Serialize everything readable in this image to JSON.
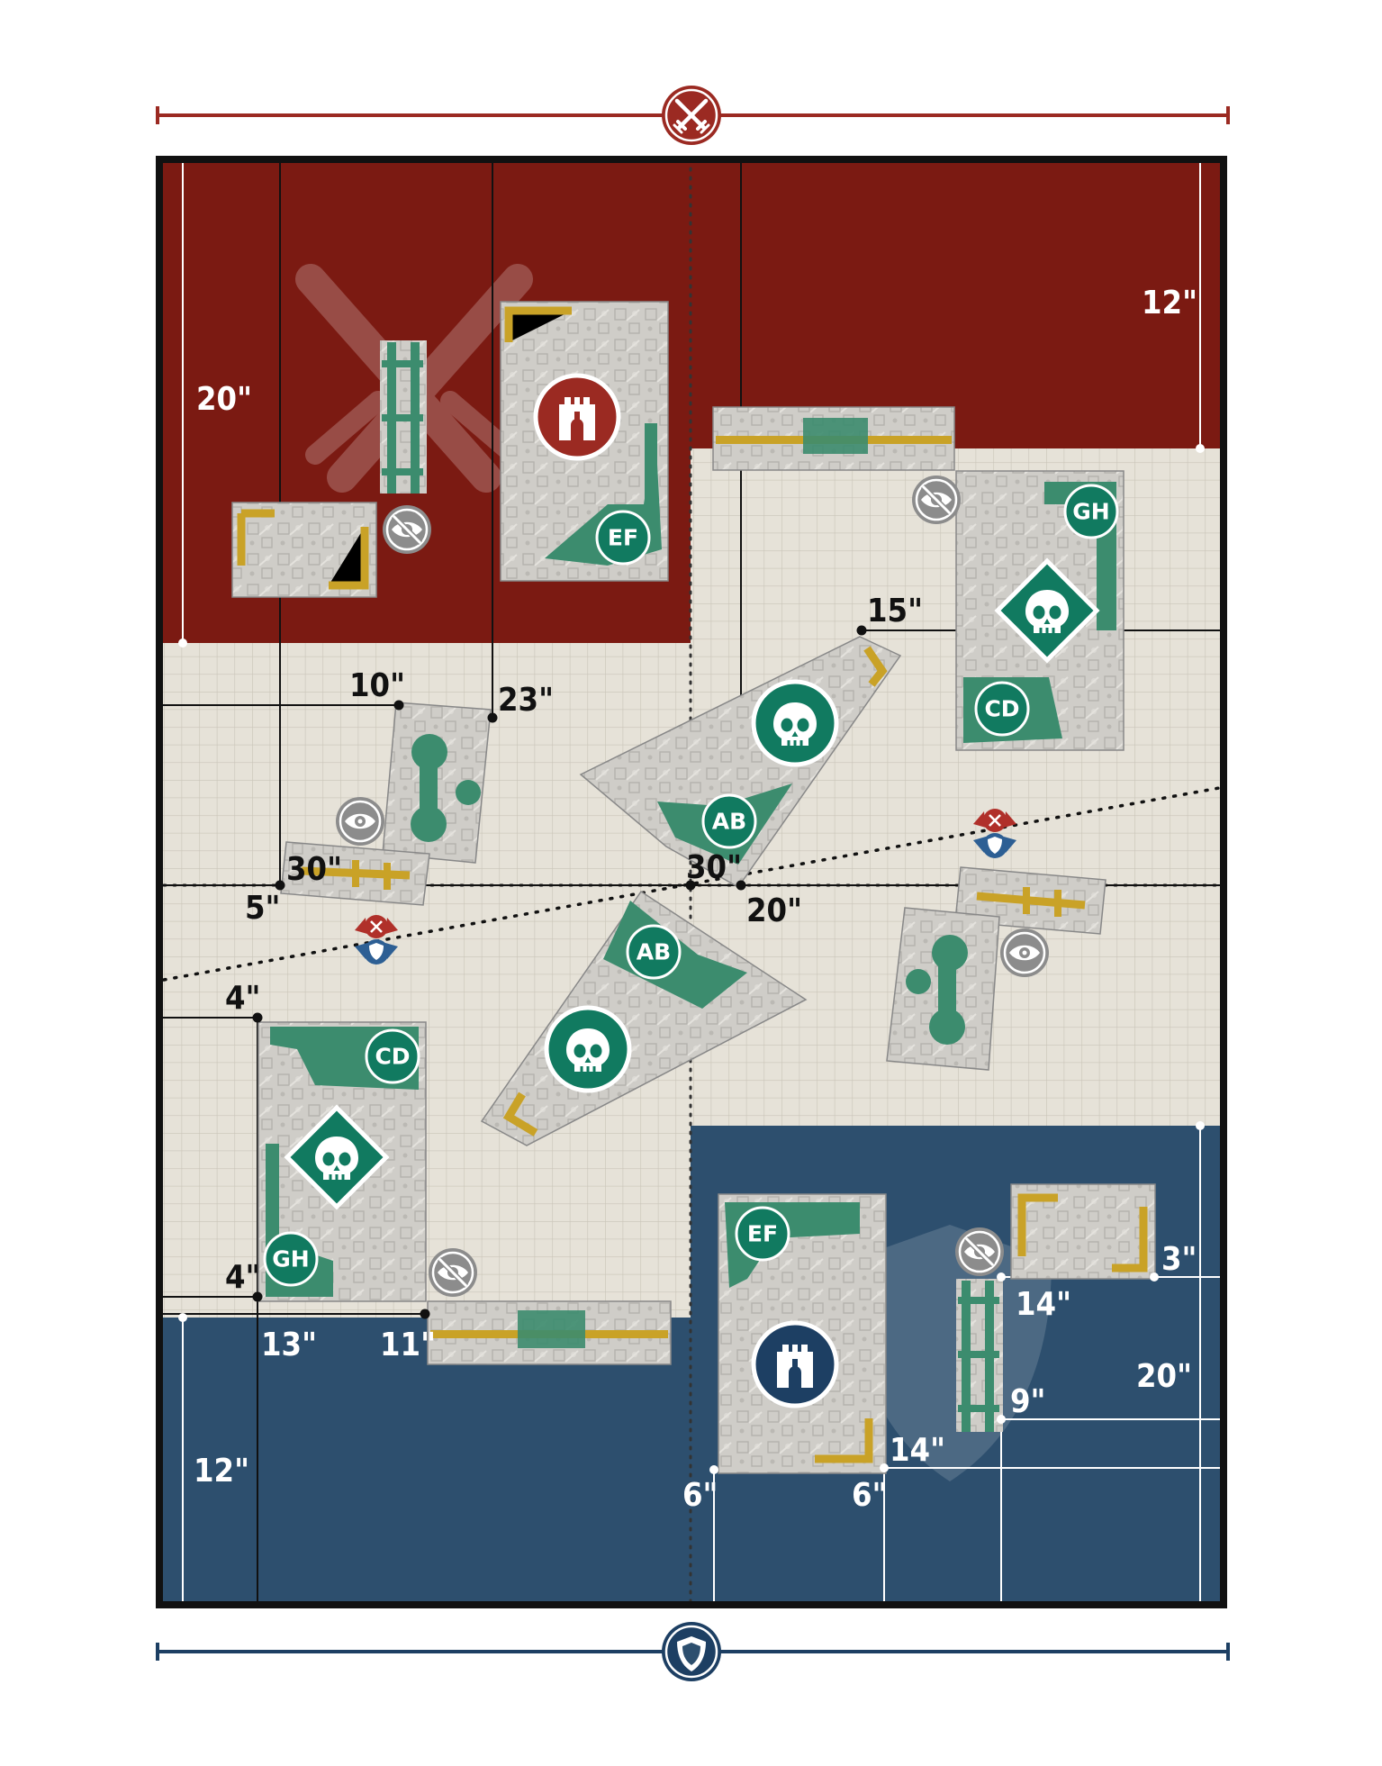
{
  "colors": {
    "attacker": "#7b1a12",
    "defender": "#2d4f6e",
    "board": "#e6e2d8",
    "grid": "#c9c4b8",
    "ruin": "#c9c7c2",
    "wall_green": "#3c8c6e",
    "wall_gold": "#c9a227",
    "badge": "#117a60",
    "marker_grey": "#8a8a8a"
  },
  "icons": {
    "attacker_icon": "crossed-swords-icon",
    "defender_icon": "shield-icon",
    "objective_icon": "skull-icon",
    "home_icon": "castle-icon",
    "los_icon": "eye-icon",
    "blocked_los_icon": "eye-slash-icon"
  },
  "measurements": {
    "attacker_depth_left": "20\"",
    "attacker_depth_right": "12\"",
    "defender_depth_left": "12\"",
    "defender_depth_right": "20\"",
    "a_15": "15\"",
    "a_10": "10\"",
    "a_23": "23\"",
    "a_30_left": "30\"",
    "a_5": "5\"",
    "a_30_center": "30\"",
    "a_20": "20\"",
    "a_4_top": "4\"",
    "a_4_bottom": "4\"",
    "a_13": "13\"",
    "a_11": "11\"",
    "a_3": "3\"",
    "a_14_top": "14\"",
    "a_9": "9\"",
    "a_14_bottom": "14\"",
    "a_6_left": "6\"",
    "a_6_right": "6\""
  },
  "badges": {
    "ef_top": "EF",
    "gh_right": "GH",
    "cd_right": "CD",
    "ab_top": "AB",
    "ab_bottom": "AB",
    "cd_left": "CD",
    "gh_left": "GH",
    "ef_bottom": "EF"
  }
}
